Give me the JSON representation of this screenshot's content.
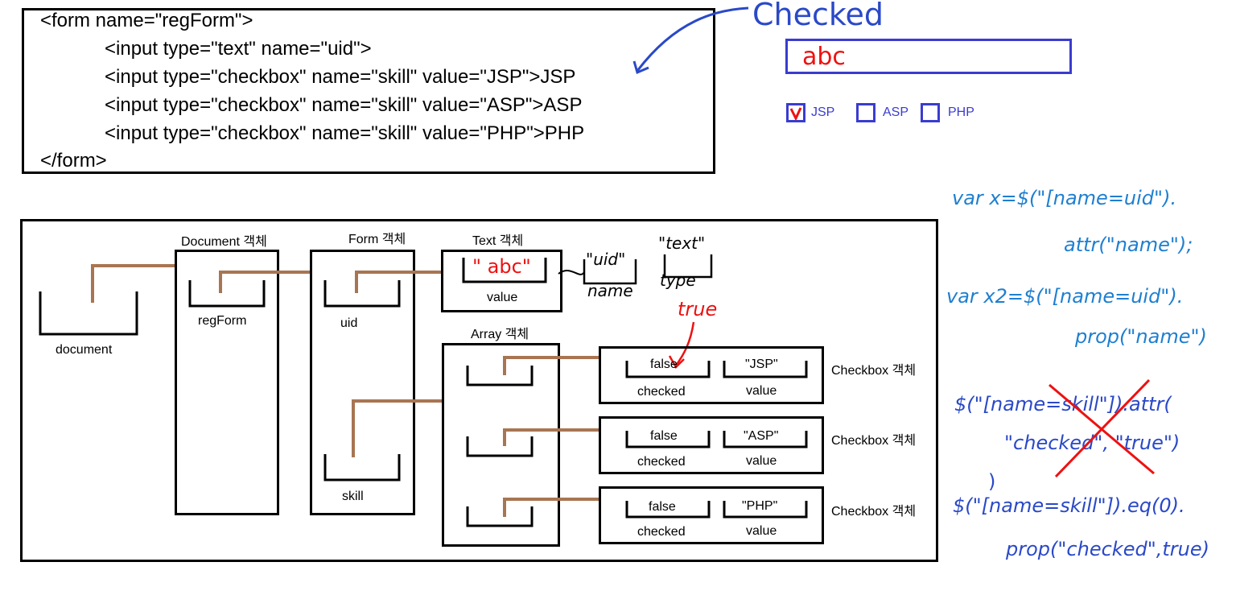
{
  "code": {
    "lines": [
      "<form name=\"regForm\">",
      "<input type=\"text\" name=\"uid\">",
      "<input type=\"checkbox\" name=\"skill\" value=\"JSP\">JSP",
      "<input type=\"checkbox\" name=\"skill\" value=\"ASP\">ASP",
      "<input type=\"checkbox\" name=\"skill\" value=\"PHP\">PHP",
      "</form>"
    ]
  },
  "preview": {
    "annotation": "Checked",
    "text_value": "abc",
    "checkboxes": [
      {
        "label": "JSP",
        "checked": true
      },
      {
        "label": "ASP",
        "checked": false
      },
      {
        "label": "PHP",
        "checked": false
      }
    ]
  },
  "diagram": {
    "document_label": "document",
    "document_obj": "Document 객체",
    "regform_label": "regForm",
    "form_obj": "Form 객체",
    "uid_label": "uid",
    "skill_label": "skill",
    "text_obj": "Text 객체",
    "text_value": "\" abc\"",
    "value_label": "value",
    "name_note": "\"uid\"",
    "name_note_label": "name",
    "type_note": "\"text\"",
    "type_note_label": "type",
    "true_note": "true",
    "array_obj": "Array 객체",
    "checkbox_obj": "Checkbox 객체",
    "checked_label": "checked",
    "checkboxes": [
      {
        "checked": "false",
        "value": "\"JSP\""
      },
      {
        "checked": "false",
        "value": "\"ASP\""
      },
      {
        "checked": "false",
        "value": "\"PHP\""
      }
    ]
  },
  "notes": {
    "line1a": "var x=$(\"[name=uid\").",
    "line1b": "attr(\"name\");",
    "line2a": "var x2=$(\"[name=uid\").",
    "line2b": "prop(\"name\")",
    "line3a": "$(\"[name=skill\"]).attr(",
    "line3b": "\"checked\", \"true\")",
    "line3c": ")",
    "line4a": "$(\"[name=skill\"]).eq(0).",
    "line4b": "prop(\"checked\",true)"
  }
}
